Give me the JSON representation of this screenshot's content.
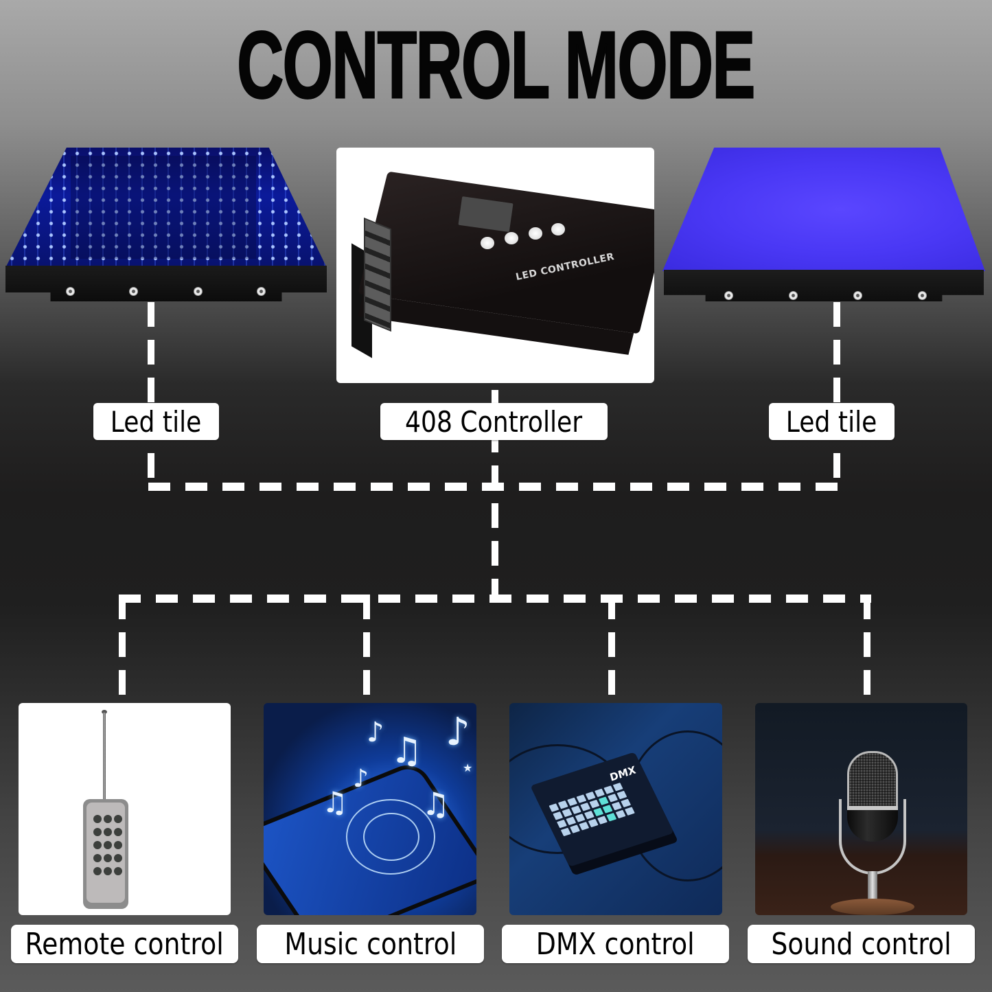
{
  "title": "CONTROL MODE",
  "top_row": {
    "left_tile": {
      "label": "Led tile",
      "picture": "infinity-mirror-led-tile-blue"
    },
    "controller": {
      "label": "408 Controller",
      "picture": "led-controller-box",
      "device_text": "LED CONTROLLER"
    },
    "right_tile": {
      "label": "Led tile",
      "picture": "solid-blue-led-tile"
    }
  },
  "control_modes": [
    {
      "label": "Remote control",
      "picture": "rf-remote-with-antenna"
    },
    {
      "label": "Music control",
      "picture": "smartphone-music-app-notes"
    },
    {
      "label": "DMX control",
      "picture": "dmx-console",
      "device_text": "DMX"
    },
    {
      "label": "Sound control",
      "picture": "studio-microphone"
    }
  ],
  "colors": {
    "background_top": "#a9a9a9",
    "background_mid": "#1e1d1d",
    "background_bottom": "#5b5b5b",
    "connector_line": "#ffffff",
    "label_background": "#ffffff",
    "label_text": "#000000",
    "tile_blue": "#4a38f5"
  }
}
